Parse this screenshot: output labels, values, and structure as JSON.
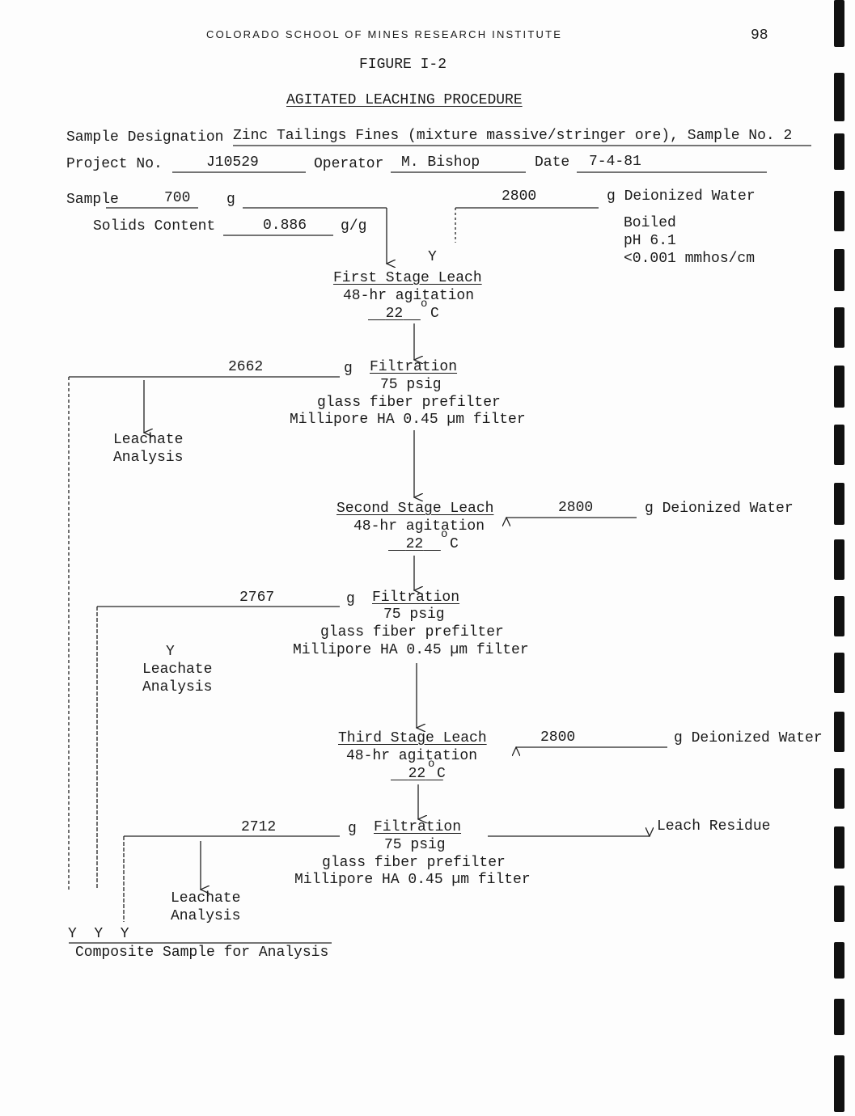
{
  "header": {
    "institute": "COLORADO SCHOOL OF MINES RESEARCH INSTITUTE",
    "page_number": "98"
  },
  "figure_label": "FIGURE I-2",
  "title": "AGITATED LEACHING PROCEDURE",
  "form": {
    "sample_designation_label": "Sample Designation",
    "sample_designation_value": "Zinc Tailings Fines (mixture massive/stringer ore), Sample No. 2",
    "project_label": "Project No.",
    "project_value": "J10529",
    "operator_label": "Operator",
    "operator_value": "M. Bishop",
    "date_label": "Date",
    "date_value": "7-4-81"
  },
  "inputs": {
    "sample_label": "Sample",
    "sample_value": "700",
    "sample_unit": "g",
    "solids_label": "Solids Content",
    "solids_value": "0.886",
    "solids_unit": "g/g",
    "water_value": "2800",
    "water_label": "g Deionized Water",
    "water_props": [
      "Boiled",
      "pH 6.1",
      "<0.001 mmhos/cm"
    ]
  },
  "stages": [
    {
      "name": "First Stage Leach",
      "agitation": "48-hr agitation",
      "temp": "22",
      "deg": "o",
      "temp_unit": "C",
      "filtrate_value": "2662",
      "filtrate_unit": "g",
      "filtration": "Filtration",
      "pressure": "75 psig",
      "prefilter": "glass fiber prefilter",
      "filter": "Millipore HA 0.45 µm filter",
      "leachate": [
        "Leachate",
        "Analysis"
      ]
    },
    {
      "name": "Second Stage Leach",
      "agitation": "48-hr agitation",
      "temp": "22",
      "deg": "o",
      "temp_unit": "C",
      "water_value": "2800",
      "water_label": "g Deionized Water",
      "filtrate_value": "2767",
      "filtrate_unit": "g",
      "filtration": "Filtration",
      "pressure": "75 psig",
      "prefilter": "glass fiber prefilter",
      "filter": "Millipore HA 0.45 µm filter",
      "leachate": [
        "Leachate",
        "Analysis"
      ]
    },
    {
      "name": "Third Stage Leach",
      "agitation": "48-hr agitation",
      "temp": "22",
      "deg": "o",
      "temp_unit": "C",
      "water_value": "2800",
      "water_label": "g Deionized Water",
      "filtrate_value": "2712",
      "filtrate_unit": "g",
      "filtration": "Filtration",
      "pressure": "75 psig",
      "prefilter": "glass fiber prefilter",
      "filter": "Millipore HA 0.45 µm filter",
      "leachate": [
        "Leachate",
        "Analysis"
      ],
      "residue": "Leach Residue"
    }
  ],
  "composite": "Composite Sample for Analysis"
}
